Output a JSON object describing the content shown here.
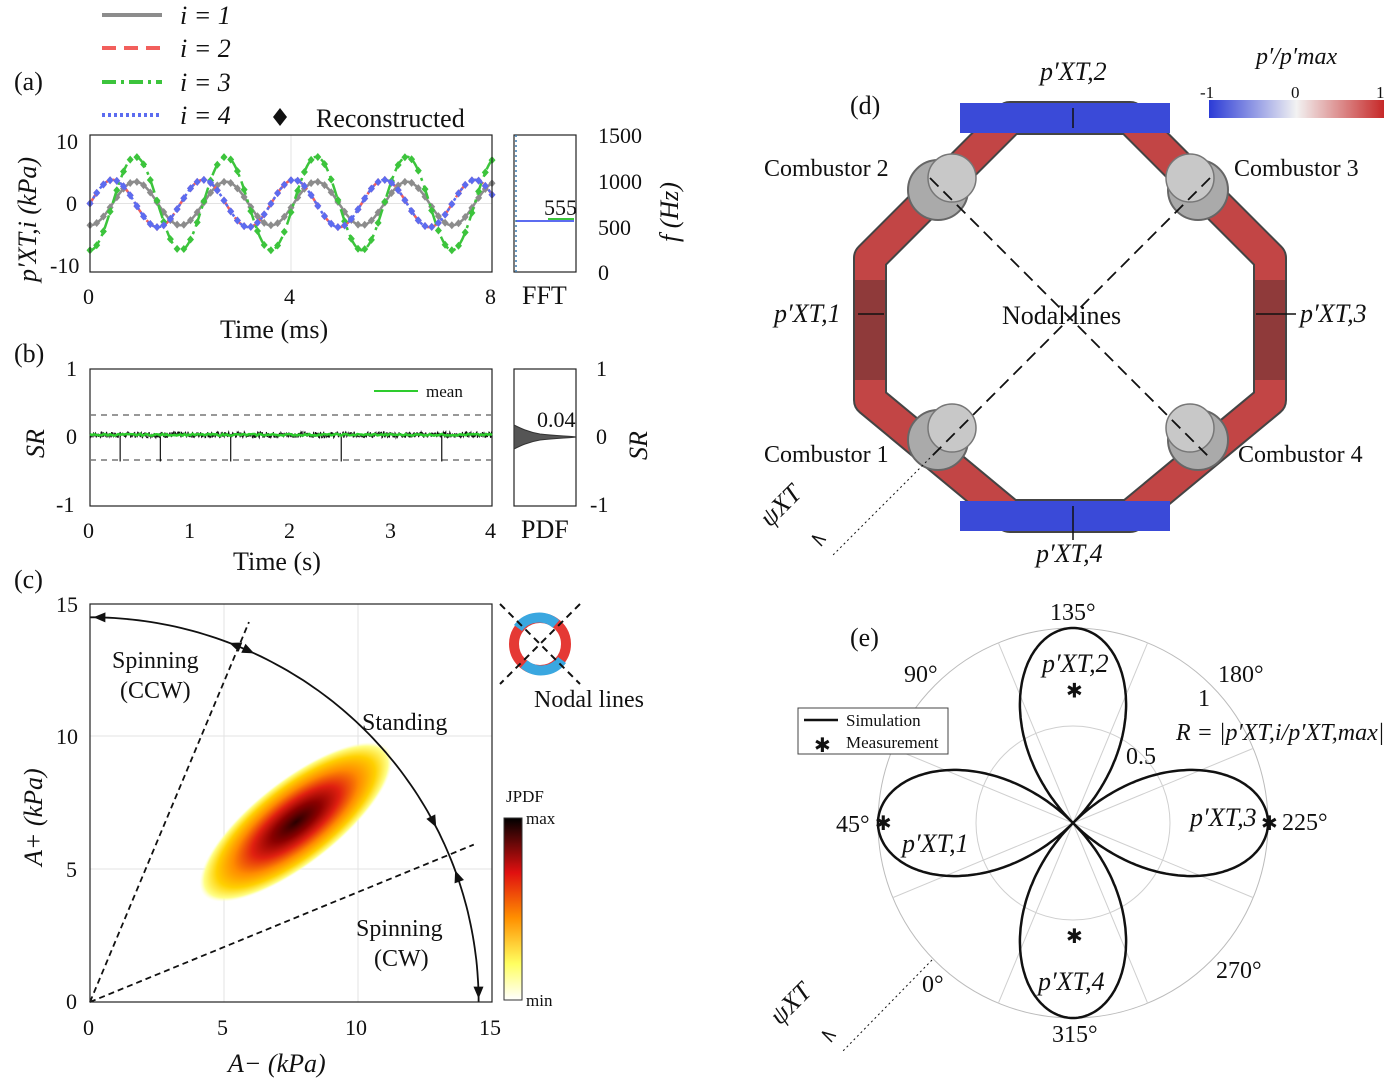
{
  "panels": {
    "a": "(a)",
    "b": "(b)",
    "c": "(c)",
    "d": "(d)",
    "e": "(e)"
  },
  "legend_a": {
    "items": [
      {
        "label": "i = 1",
        "color": "#8c8c8c",
        "style": "solid"
      },
      {
        "label": "i = 2",
        "color": "#f25f5c",
        "style": "dashed"
      },
      {
        "label": "i = 3",
        "color": "#3cc43c",
        "style": "dashdot"
      },
      {
        "label": "i = 4",
        "color": "#5c6cf0",
        "style": "dotted"
      }
    ],
    "reconstructed": "Reconstructed"
  },
  "panel_a": {
    "ylabel": "p′XT,i (kPa)",
    "xlabel": "Time (ms)",
    "xticks": [
      "0",
      "4",
      "8"
    ],
    "yticks": [
      "10",
      "0",
      "-10"
    ],
    "fft_label": "FFT",
    "fft_yticks": [
      "1500",
      "1000",
      "500",
      "0"
    ],
    "fft_ylabel": "f (Hz)",
    "fft_peak": "555"
  },
  "panel_b": {
    "ylabel": "SR",
    "xlabel": "Time (s)",
    "xticks": [
      "0",
      "1",
      "2",
      "3",
      "4"
    ],
    "yticks": [
      "1",
      "0",
      "-1"
    ],
    "mean_label": "mean",
    "pdf_label": "PDF",
    "pdf_yticks": [
      "1",
      "0",
      "-1"
    ],
    "pdf_ylabel": "SR",
    "pdf_peak": "0.04"
  },
  "panel_c": {
    "xlabel": "A− (kPa)",
    "ylabel": "A+ (kPa)",
    "xticks": [
      "0",
      "5",
      "10",
      "15"
    ],
    "yticks": [
      "15",
      "10",
      "5",
      "0"
    ],
    "spin_ccw": [
      "Spinning",
      "(CCW)"
    ],
    "standing": "Standing",
    "spin_cw": [
      "Spinning",
      "(CW)"
    ],
    "nodal_lines": "Nodal lines",
    "cbar_title": "JPDF",
    "cbar_max": "max",
    "cbar_min": "min"
  },
  "panel_d": {
    "cbar_title": "p′/p′max",
    "cbar_ticks": [
      "-1",
      "0",
      "1"
    ],
    "combustors": [
      "Combustor 1",
      "Combustor 2",
      "Combustor 3",
      "Combustor 4"
    ],
    "probes": [
      "p′XT,1",
      "p′XT,2",
      "p′XT,3",
      "p′XT,4"
    ],
    "nodal": "Nodal lines",
    "psi": "ψXT"
  },
  "panel_e": {
    "angles": [
      "135°",
      "180°",
      "225°",
      "270°",
      "315°",
      "0°",
      "45°",
      "90°"
    ],
    "r_ticks": [
      "1",
      "0.5"
    ],
    "r_label": "R = |p′XT,i/p′XT,max|",
    "legend": [
      "Simulation",
      "Measurement"
    ],
    "probes": [
      "p′XT,1",
      "p′XT,2",
      "p′XT,3",
      "p′XT,4"
    ],
    "psi": "ψXT"
  },
  "chart_data": [
    {
      "type": "line",
      "title": "",
      "xlabel": "Time (ms)",
      "ylabel": "p′XT,i (kPa)",
      "xlim": [
        0,
        8
      ],
      "ylim": [
        -11,
        11
      ],
      "frequency_hz": 555,
      "series": [
        {
          "name": "i = 1",
          "amplitude": 3.5,
          "phase_deg": 180
        },
        {
          "name": "i = 2",
          "amplitude": 3.8,
          "phase_deg": -90
        },
        {
          "name": "i = 3",
          "amplitude": 7.5,
          "phase_deg": 180
        },
        {
          "name": "i = 4",
          "amplitude": 3.8,
          "phase_deg": -90
        }
      ]
    },
    {
      "type": "line",
      "title": "",
      "xlabel": "Time (s)",
      "ylabel": "SR",
      "xlim": [
        0,
        4
      ],
      "ylim": [
        -1,
        1
      ],
      "series": [
        {
          "name": "mean",
          "value": 0.04
        }
      ],
      "bounds": [
        0.33,
        -0.33
      ]
    },
    {
      "type": "heatmap",
      "title": "",
      "xlabel": "A− (kPa)",
      "ylabel": "A+ (kPa)",
      "xlim": [
        0,
        15
      ],
      "ylim": [
        0,
        15
      ],
      "peak": [
        7.5,
        6.5
      ],
      "arc_radius": 14.5,
      "nodal_angles_deg": [
        22.5,
        67.5
      ]
    },
    {
      "type": "scatter",
      "title": "",
      "r_max": 1,
      "series": [
        {
          "name": "Simulation",
          "pattern": "|cos(2θ)|"
        },
        {
          "name": "Measurement",
          "points": [
            {
              "probe": "p′XT,1",
              "R": 0.98
            },
            {
              "probe": "p′XT,2",
              "R": 0.68
            },
            {
              "probe": "p′XT,3",
              "R": 1.0
            },
            {
              "probe": "p′XT,4",
              "R": 0.58
            }
          ]
        }
      ]
    }
  ]
}
